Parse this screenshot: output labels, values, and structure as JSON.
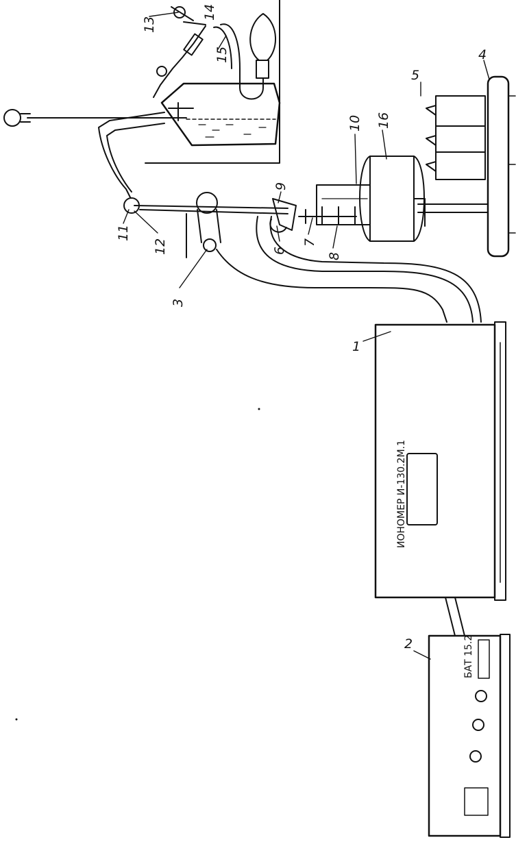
{
  "labels": {
    "l1": "1",
    "l2": "2",
    "l3": "3",
    "l4": "4",
    "l5": "5",
    "l6": "6",
    "l7": "7",
    "l8": "8",
    "l9": "9",
    "l10": "10",
    "l11": "11",
    "l12": "12",
    "l13": "13",
    "l14": "14",
    "l15": "15",
    "l16": "16"
  },
  "devices": {
    "ionomer_name": "ИОНОМЕР И-130.2М.1",
    "bat_name": "БАТ 15.2"
  }
}
